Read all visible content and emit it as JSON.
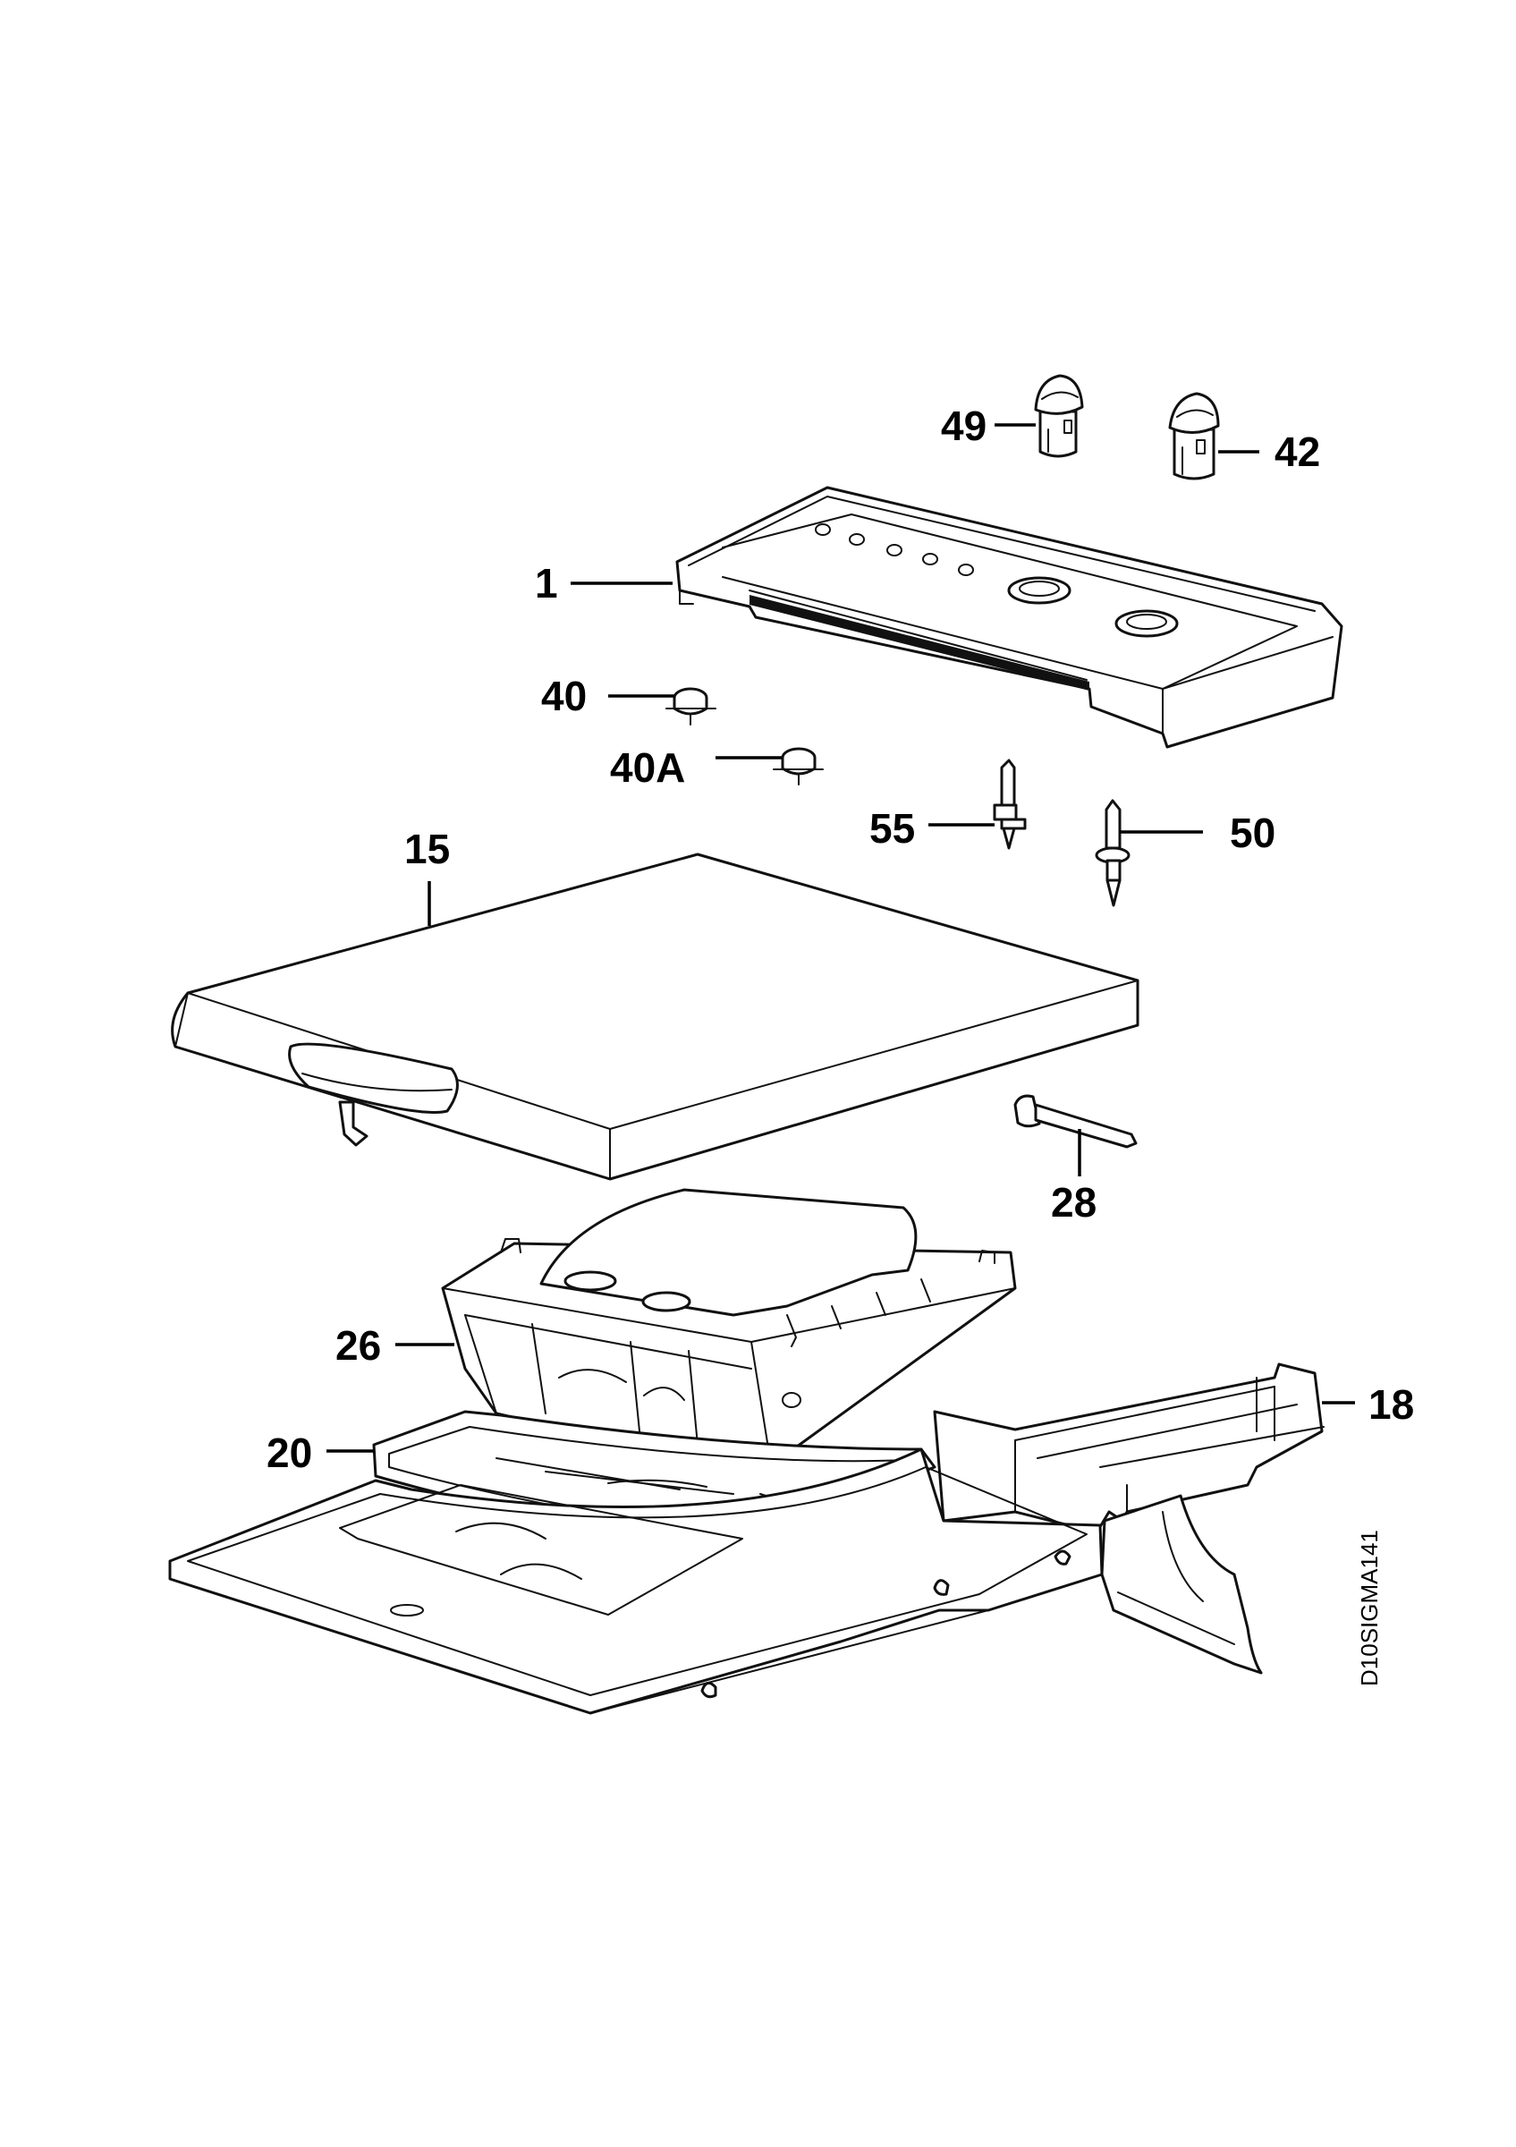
{
  "diagram": {
    "drawing_code": "D10SIGMA141",
    "callouts": {
      "c1": "1",
      "c15": "15",
      "c18": "18",
      "c20": "20",
      "c26": "26",
      "c28": "28",
      "c40": "40",
      "c40a": "40A",
      "c42": "42",
      "c49": "49",
      "c50": "50",
      "c55": "55"
    }
  }
}
